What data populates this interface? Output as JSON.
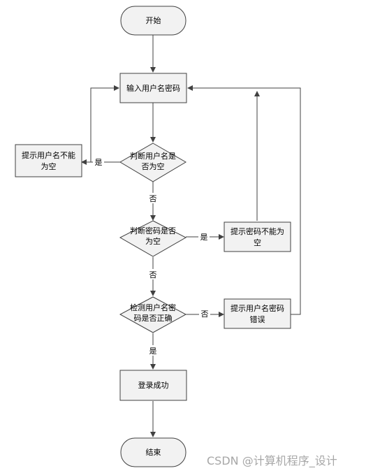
{
  "nodes": {
    "start": [
      "开始"
    ],
    "input": [
      "输入用户名密码"
    ],
    "check_username": [
      "判断用户名是",
      "否为空"
    ],
    "username_empty": [
      "提示用户名不能",
      "为空"
    ],
    "check_password": [
      "判断密码是否",
      "为空"
    ],
    "password_empty": [
      "提示密码不能为",
      "空"
    ],
    "verify": [
      "检测用户名密",
      "码是否正确"
    ],
    "error": [
      "提示用户名密码",
      "错误"
    ],
    "success": [
      "登录成功"
    ],
    "end": [
      "结束"
    ]
  },
  "edges": {
    "yes_username": "是",
    "no_username": "否",
    "yes_password": "是",
    "no_password": "否",
    "no_verify": "否",
    "yes_verify": "是"
  },
  "watermark": "CSDN @计算机程序_设计",
  "colors": {
    "fill": "#f2f2f2",
    "stroke": "#404040",
    "text": "#000000",
    "watermark": "#a7a7a7"
  }
}
